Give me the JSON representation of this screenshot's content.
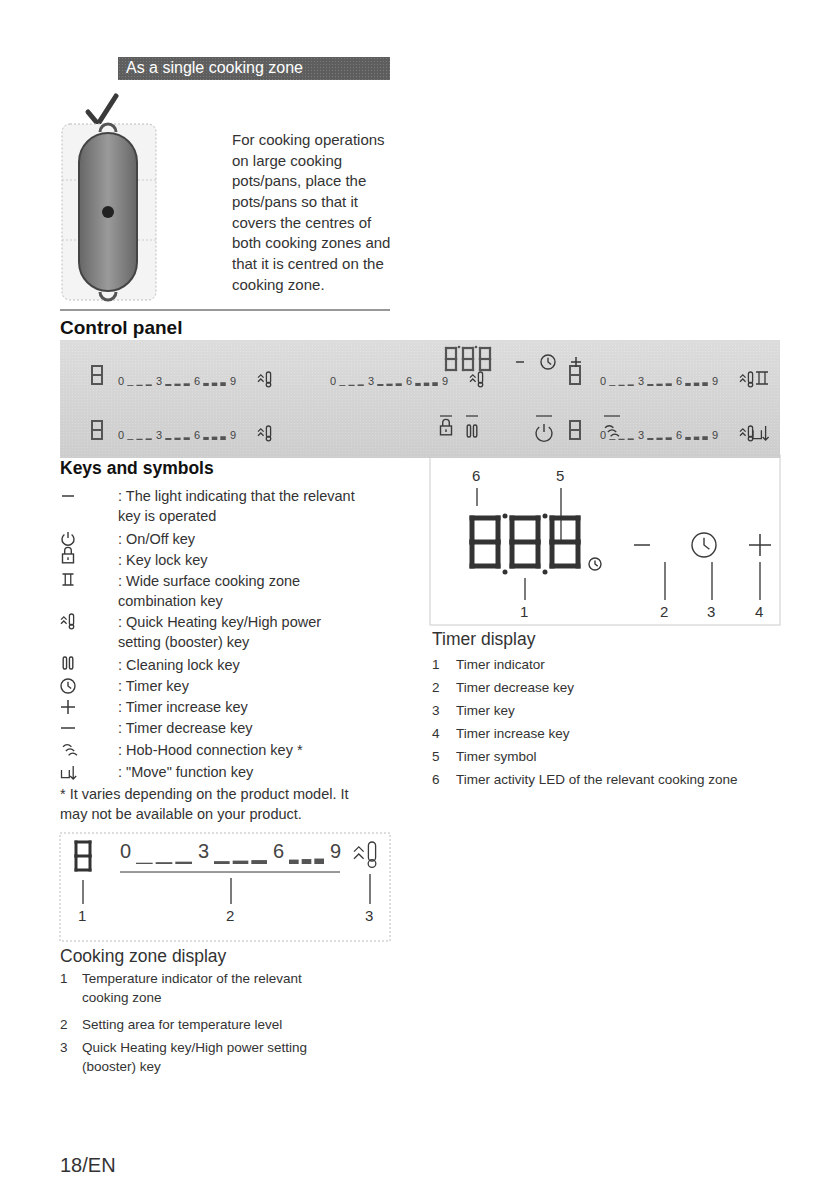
{
  "diagram": {
    "nodes": [
      {
        "text": [
          "As a single cooking zone"
        ]
      }
    ],
    "labels": [
      "For cooking operations on large cooking pots/pans, place the pots/pans so that it covers the centres of both cooking zones and that it is centred on the cooking zone.",
      "Control panel",
      "Keys and symbols",
      ": The light indicating that the relevant key is operated",
      ": On/Off key",
      ": Key lock key",
      ": Wide surface cooking zone combination key",
      ": Quick Heating key/High power setting (booster) key",
      ": Cleaning lock key",
      ": Timer key",
      ": Timer increase key",
      ": Timer decrease key",
      ": Hob-Hood connection key *",
      ": \"Move\" function key",
      "* It varies depending on the product model. It may not be available on your product.",
      "0",
      "3",
      "6",
      "9",
      "0",
      "3",
      "6",
      "9",
      "0",
      "3",
      "6",
      "9",
      "0",
      "3",
      "6",
      "9",
      "0",
      "3",
      "6",
      "9",
      "0",
      "3",
      "6",
      "9",
      "1",
      "2",
      "3",
      "Cooking zone display",
      "1",
      "Temperature indicator of the relevant cooking zone",
      "2",
      "Setting area for temperature level",
      "3",
      "Quick Heating key/High power setting (booster) key",
      "6",
      "5",
      "1",
      "2",
      "3",
      "4",
      "Timer display",
      "1",
      "Timer indicator",
      "2",
      "Timer decrease key",
      "3",
      "Timer key",
      "4",
      "Timer increase key",
      "5",
      "Timer symbol",
      "6",
      "Timer activity LED of the relevant cooking zone",
      "18/EN"
    ]
  }
}
